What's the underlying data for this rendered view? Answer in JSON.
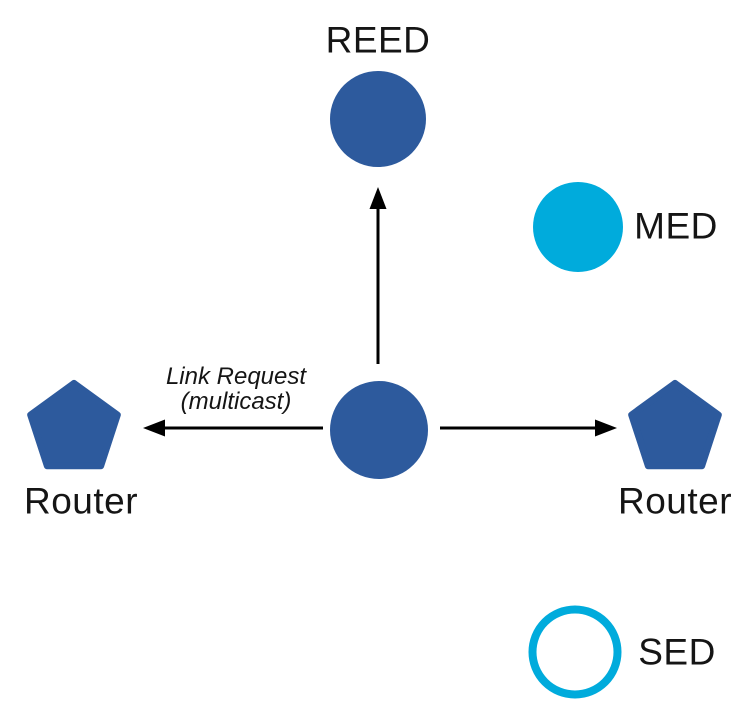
{
  "diagram": {
    "kind": "thread-network-topology",
    "background": "#ffffff"
  },
  "colors": {
    "node_blue": "#2d5a9d",
    "node_cyan": "#00abdc",
    "sed_ring_fill": "#ffffff",
    "arrow": "#000000",
    "label_text": "#151515"
  },
  "nodes": {
    "reed": {
      "label": "REED",
      "shape": "circle-filled"
    },
    "med": {
      "label": "MED",
      "shape": "circle-filled"
    },
    "center": {
      "shape": "circle-filled"
    },
    "router_left": {
      "label": "Router",
      "shape": "pentagon"
    },
    "router_right": {
      "label": "Router",
      "shape": "pentagon"
    },
    "sed": {
      "label": "SED",
      "shape": "circle-outline"
    }
  },
  "annotation": {
    "line1": "Link Request",
    "line2": "(multicast)"
  }
}
